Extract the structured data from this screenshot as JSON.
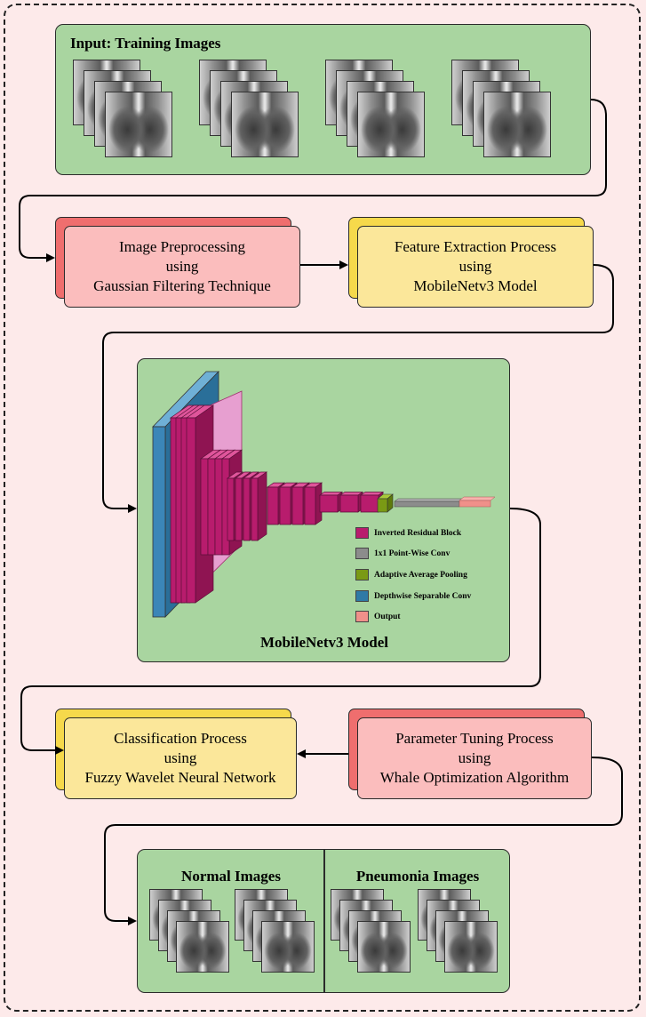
{
  "input_panel": {
    "title": "Input: Training Images"
  },
  "preprocessing": {
    "line1": "Image Preprocessing",
    "line2": "using",
    "line3": "Gaussian Filtering Technique"
  },
  "feature_extraction": {
    "line1": "Feature Extraction Process",
    "line2": "using",
    "line3": "MobileNetv3 Model"
  },
  "mobilenet": {
    "caption": "MobileNetv3 Model",
    "legend": [
      {
        "label": "Inverted Residual Block",
        "color": "#b81c6d"
      },
      {
        "label": "1x1 Point-Wise Conv",
        "color": "#8c8c8c"
      },
      {
        "label": "Adaptive Average Pooling",
        "color": "#7a9a14"
      },
      {
        "label": "Depthwise Separable Conv",
        "color": "#2f7aa6"
      },
      {
        "label": "Output",
        "color": "#f0908a"
      }
    ]
  },
  "classification": {
    "line1": "Classification Process",
    "line2": "using",
    "line3": "Fuzzy Wavelet Neural Network"
  },
  "parameter_tuning": {
    "line1": "Parameter Tuning Process",
    "line2": "using",
    "line3": "Whale Optimization Algorithm"
  },
  "output_panel": {
    "normal_title": "Normal Images",
    "pneumonia_title": "Pneumonia Images"
  }
}
